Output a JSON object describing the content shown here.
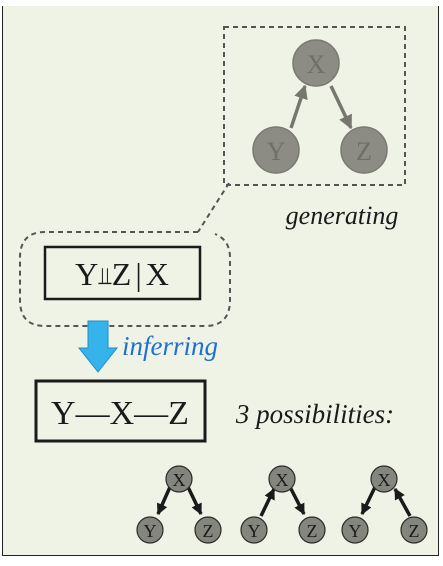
{
  "colors": {
    "panel_bg": "#eef3e6",
    "node_fill": "#8c8c84",
    "node_fill_small": "#84867e",
    "node_stroke": "#7a7a72",
    "node_label": "#6f6f68",
    "arrow_color": "#777770",
    "arrow_dark": "#1a1a1a",
    "accent_blue": "#1e6fd4",
    "down_arrow": "#35b3ea",
    "text_dark": "#1a1a1a"
  },
  "generating_graph": {
    "nodes": [
      "X",
      "Y",
      "Z"
    ],
    "edges": [
      [
        "Y",
        "X"
      ],
      [
        "X",
        "Z"
      ]
    ],
    "caption": "generating"
  },
  "independence": {
    "statement_left": "Y",
    "independence_symbol": "⫫",
    "statement_mid": "Z",
    "given_bar": "|",
    "statement_right": "X"
  },
  "inferring_label": "inferring",
  "skeleton": {
    "text": "Y—X—Z"
  },
  "possibilities": {
    "label": "3 possibilities:",
    "graphs": [
      {
        "nodes": [
          "X",
          "Y",
          "Z"
        ],
        "edges": [
          [
            "X",
            "Y"
          ],
          [
            "X",
            "Z"
          ]
        ]
      },
      {
        "nodes": [
          "X",
          "Y",
          "Z"
        ],
        "edges": [
          [
            "Y",
            "X"
          ],
          [
            "X",
            "Z"
          ]
        ]
      },
      {
        "nodes": [
          "X",
          "Y",
          "Z"
        ],
        "edges": [
          [
            "X",
            "Y"
          ],
          [
            "Z",
            "X"
          ]
        ]
      }
    ]
  }
}
